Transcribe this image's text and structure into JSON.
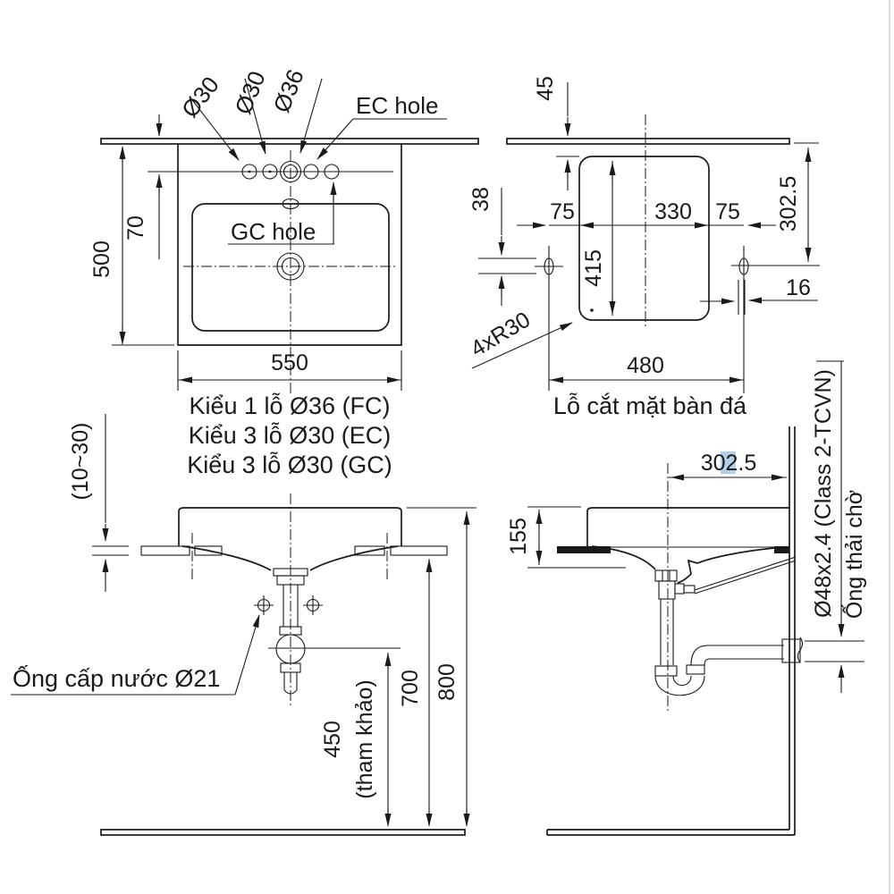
{
  "drawing": {
    "plan_view": {
      "dim_500": "500",
      "dim_70": "70",
      "dim_550": "550",
      "hole_label_1": "Ø30",
      "hole_label_2": "Ø30",
      "hole_label_3": "Ø36",
      "ec_hole_label": "EC hole",
      "gc_hole_label": "GC hole",
      "type_lines": [
        "Kiểu 1 lỗ Ø36 (FC)",
        "Kiểu 3 lỗ Ø30 (EC)",
        "Kiểu 3 lỗ Ø30 (GC)"
      ]
    },
    "cutout_view": {
      "dim_45": "45",
      "dim_38": "38",
      "dim_75_left": "75",
      "dim_330": "330",
      "dim_75_right": "75",
      "dim_302_5": "302.5",
      "dim_415": "415",
      "dim_16": "16",
      "dim_480": "480",
      "radius_note": "4xR30",
      "caption": "Lỗ cắt mặt bàn đá"
    },
    "front_view": {
      "dim_clamp_range": "(10~30)",
      "supply_pipe_label": "Ống cấp nước Ø21",
      "dim_450": "450",
      "dim_450_note": "(tham khảo)",
      "dim_700": "700",
      "dim_800": "800"
    },
    "side_view": {
      "dim_302_5_pre": "30",
      "dim_302_5_highlight": "2",
      "dim_302_5_post": ".5",
      "dim_155": "155",
      "waste_pipe_spec": "Ø48x2.4 (Class 2-TCVN)",
      "waste_pipe_label": "Ống thải chờ"
    },
    "colors": {
      "line": "#1a1a1a",
      "selection_highlight": "#b3d1e6",
      "background": "#ffffff"
    }
  }
}
